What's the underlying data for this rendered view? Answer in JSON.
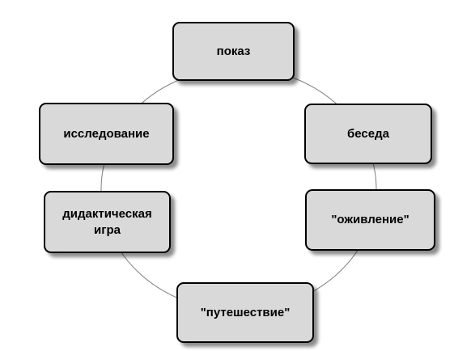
{
  "diagram": {
    "nodes": [
      {
        "id": "pokaz",
        "label": "показ"
      },
      {
        "id": "beseda",
        "label": "беседа"
      },
      {
        "id": "ozhivlenie",
        "label": "\"оживление\""
      },
      {
        "id": "puteshestvie",
        "label": "\"путешествие\""
      },
      {
        "id": "didakticheskaya-igra",
        "label": "дидактическая\nигра"
      },
      {
        "id": "issledovanie",
        "label": "исследование"
      }
    ],
    "colors": {
      "node_fill": "#d9d9d9",
      "node_border": "#000000",
      "ring_stroke": "#7f7f7f"
    }
  }
}
